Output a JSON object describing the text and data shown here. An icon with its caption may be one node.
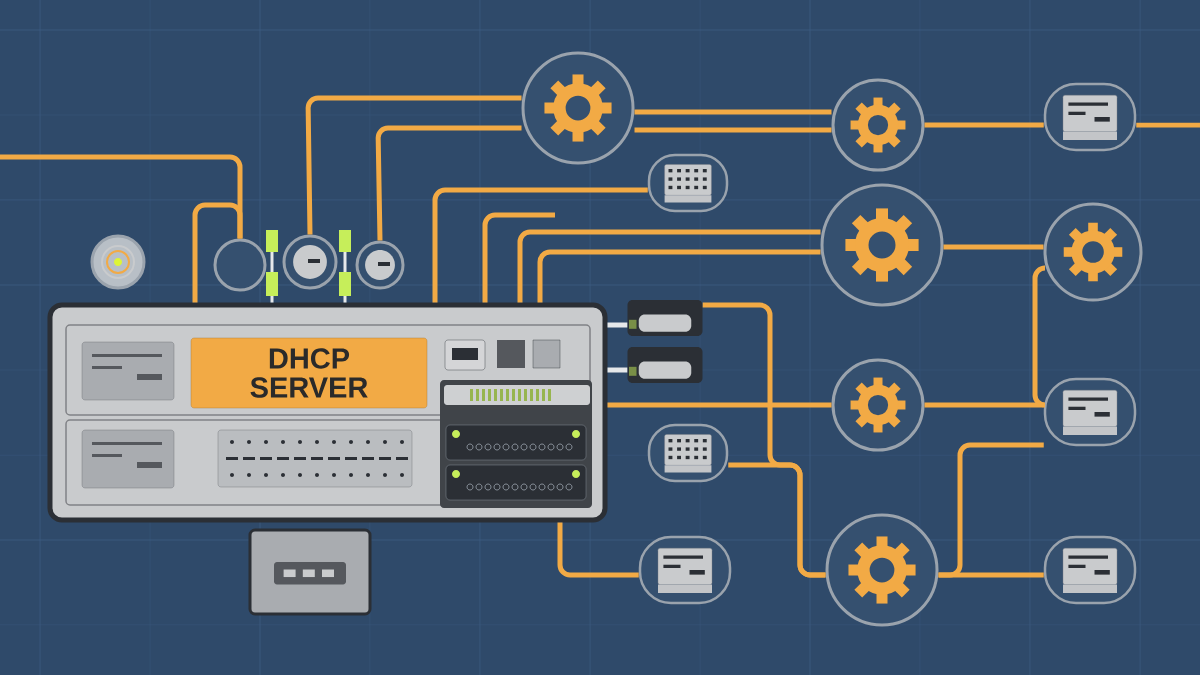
{
  "diagram": {
    "nodes": [
      {
        "text": [
          "DHCP SERVER"
        ]
      },
      {
        "text": [],
        "shape": "circle"
      },
      {
        "text": [],
        "shape": "circle"
      },
      {
        "text": [],
        "shape": "circle"
      },
      {
        "text": [],
        "shape": "circle"
      },
      {
        "text": [],
        "shape": "gear"
      },
      {
        "text": [],
        "shape": "gear"
      },
      {
        "text": [],
        "shape": "picture"
      },
      {
        "text": [],
        "shape": "picture"
      },
      {
        "text": [],
        "shape": "gear"
      },
      {
        "text": [],
        "shape": "gear"
      },
      {
        "text": [],
        "shape": "box"
      },
      {
        "text": [],
        "shape": "box"
      },
      {
        "text": [],
        "shape": "gear"
      },
      {
        "text": [],
        "shape": "picture"
      },
      {
        "text": [],
        "shape": "picture"
      },
      {
        "text": [],
        "shape": "picture"
      },
      {
        "text": [],
        "shape": "gear"
      },
      {
        "text": [],
        "shape": "picture"
      },
      {
        "text": [],
        "shape": "box"
      }
    ],
    "edges": [
      {
        "from": null,
        "to": 2,
        "arrow": "none"
      },
      {
        "from": 0,
        "to": 2,
        "arrow": "none"
      },
      {
        "from": 5,
        "to": 3,
        "arrow": "none"
      },
      {
        "from": 5,
        "to": 4,
        "arrow": "none"
      },
      {
        "from": 5,
        "to": 6,
        "arrow": "none"
      },
      {
        "from": 5,
        "to": 6,
        "arrow": "none"
      },
      {
        "from": 6,
        "to": 7,
        "arrow": "none"
      },
      {
        "from": 7,
        "to": null,
        "arrow": "none"
      },
      {
        "from": 0,
        "to": 8,
        "arrow": "none"
      },
      {
        "from": 0,
        "to": null,
        "arrow": "none"
      },
      {
        "from": 0,
        "to": 9,
        "arrow": "none"
      },
      {
        "from": 0,
        "to": 9,
        "arrow": "none"
      },
      {
        "from": 9,
        "to": 10,
        "arrow": "none"
      },
      {
        "from": 0,
        "to": 11,
        "arrow": "none",
        "color": "#e6e8ea"
      },
      {
        "from": 0,
        "to": 12,
        "arrow": "none",
        "color": "#e6e8ea"
      },
      {
        "from": 0,
        "to": 13,
        "arrow": "none"
      },
      {
        "from": 13,
        "to": 14,
        "arrow": "none"
      },
      {
        "from": 10,
        "to": 14,
        "arrow": "none"
      },
      {
        "from": 11,
        "to": 17,
        "arrow": "none"
      },
      {
        "from": 15,
        "to": 17,
        "arrow": "none"
      },
      {
        "from": 17,
        "to": 18,
        "arrow": "none"
      },
      {
        "from": 17,
        "to": 14,
        "arrow": "none"
      },
      {
        "from": 0,
        "to": 16,
        "arrow": "none"
      },
      {
        "from": 0,
        "to": 2,
        "arrow": "none",
        "color": "#e6e8ea"
      },
      {
        "from": 0,
        "to": 3,
        "arrow": "none",
        "color": "#e6e8ea"
      }
    ]
  }
}
